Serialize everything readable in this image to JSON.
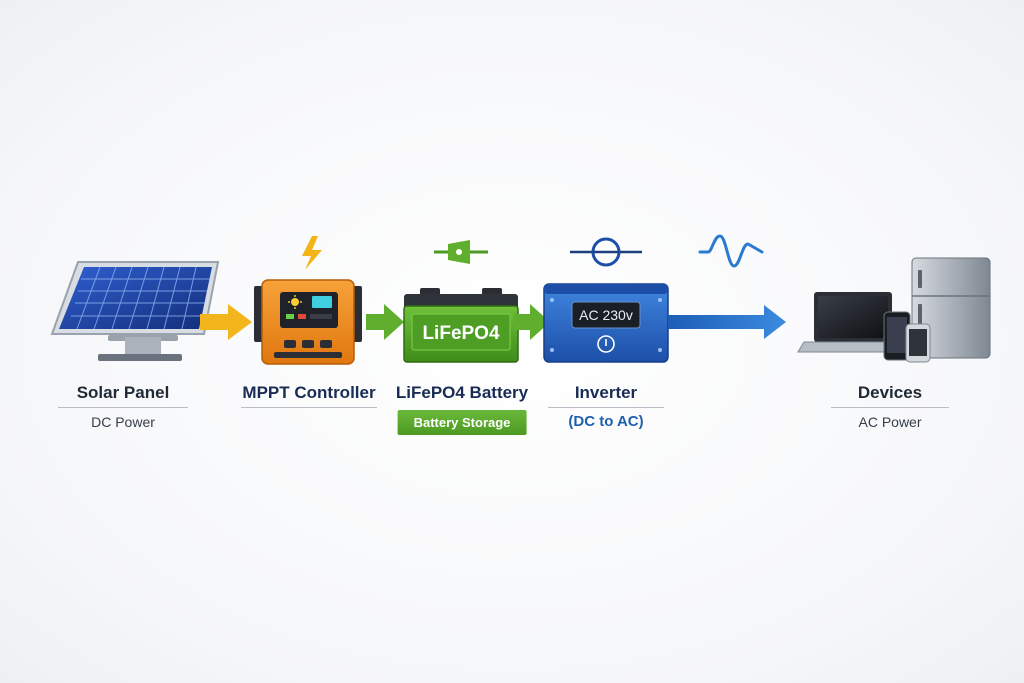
{
  "stages": [
    {
      "title": "Solar Panel",
      "subtitle": "DC Power"
    },
    {
      "title": "MPPT Controller",
      "subtitle": ""
    },
    {
      "title": "LiFePO4 Battery",
      "subtitle": "Battery Storage"
    },
    {
      "title": "Inverter",
      "subtitle": "(DC to AC)"
    },
    {
      "title": "Devices",
      "subtitle": "AC Power"
    }
  ],
  "battery_label": "LiFePO4",
  "inverter_display": "AC 230v",
  "icons": {
    "controller_top": "lightning-bolt-icon",
    "battery_top": "dc-plug-icon",
    "inverter_top": "ac-circle-icon",
    "wave_top": "sine-wave-icon"
  },
  "colors": {
    "solar_arrow": "#f2b51b",
    "battery_arrow": "#5fae2e",
    "ac_arrow": "#2a6fc9",
    "controller": "#f08a1f",
    "battery": "#5cab2a",
    "inverter": "#2a66c4",
    "panel": "#1f3f9a"
  }
}
